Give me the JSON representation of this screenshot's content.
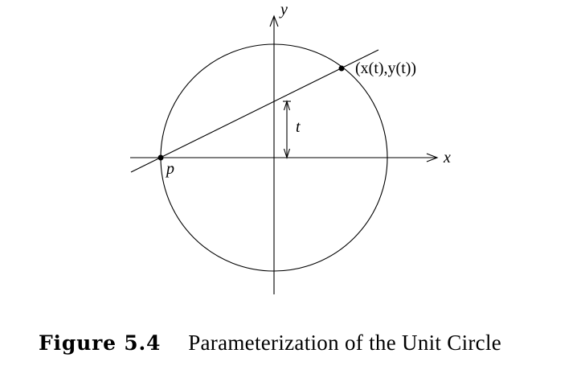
{
  "labels": {
    "y_axis": "y",
    "x_axis": "x",
    "t": "t",
    "point_p": "p",
    "point_xt": "(x(t),y(t))"
  },
  "caption": {
    "number": "Figure 5.4",
    "text": "Parameterization of the Unit Circle"
  },
  "colors": {
    "ink": "#000000",
    "background": "#ffffff"
  }
}
